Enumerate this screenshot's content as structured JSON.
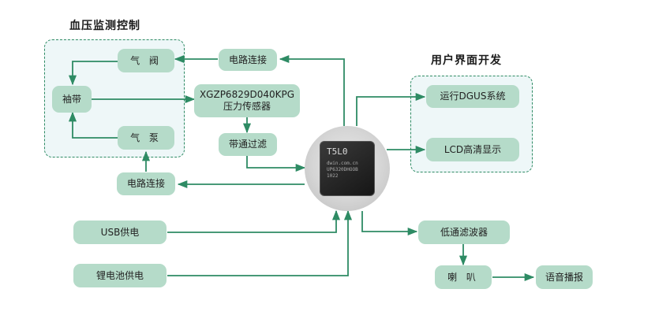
{
  "titles": {
    "bp": "血压监测控制",
    "ui": "用户界面开发"
  },
  "nodes": {
    "air_valve": "气 阀",
    "cuff": "袖带",
    "air_pump": "气 泵",
    "circuit_top": "电路连接",
    "sensor_line1": "XGZP6829D040KPG",
    "sensor_line2": "压力传感器",
    "bandpass": "带通过滤",
    "circuit_left": "电路连接",
    "dgus": "运行DGUS系统",
    "lcd": "LCD高清显示",
    "usb": "USB供电",
    "battery": "锂电池供电",
    "lowpass": "低通滤波器",
    "speaker": "喇 叭",
    "voice": "语音播报"
  },
  "chip": {
    "name": "T5L0",
    "line1": "dwin.com.cn",
    "line2": "UP6320DHOOB",
    "line3": "1022"
  },
  "colors": {
    "line": "#2e8b64",
    "node": "#b5dbc9",
    "group_bg": "#eef7f8"
  }
}
